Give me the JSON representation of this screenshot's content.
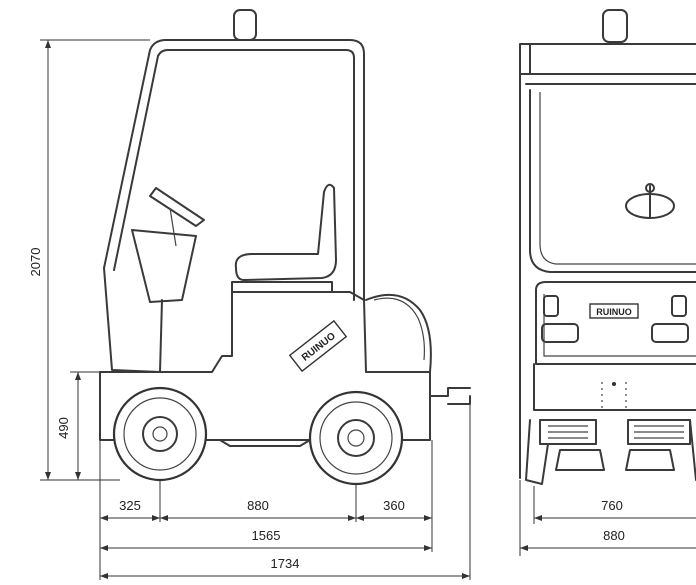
{
  "side_view": {
    "height_total": "2070",
    "height_step": "490",
    "front_overhang": "325",
    "wheelbase": "880",
    "rear_overhang": "360",
    "frame_length": "1565",
    "overall_length": "1734",
    "body_badge": "RUINUO"
  },
  "front_view": {
    "badge": "RUINUO",
    "track_width": "760",
    "overall_width": "880"
  }
}
